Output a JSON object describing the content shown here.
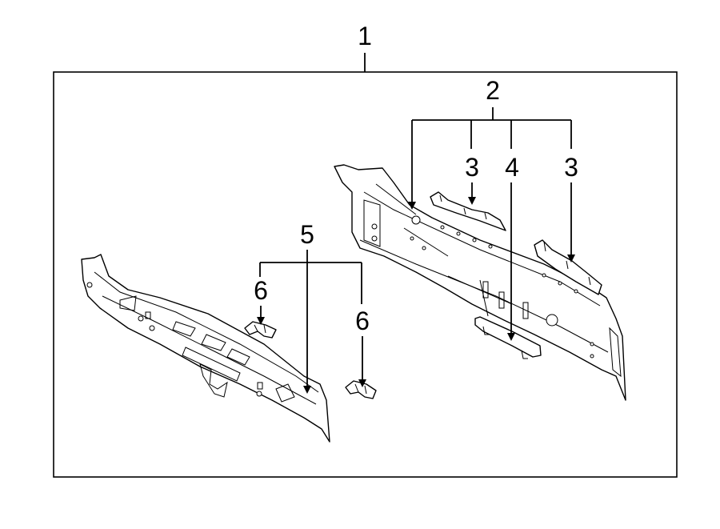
{
  "callouts": {
    "c1": "1",
    "c2": "2",
    "c3a": "3",
    "c4": "4",
    "c3b": "3",
    "c5": "5",
    "c6a": "6",
    "c6b": "6"
  },
  "colors": {
    "line": "#000000",
    "background": "#ffffff"
  }
}
